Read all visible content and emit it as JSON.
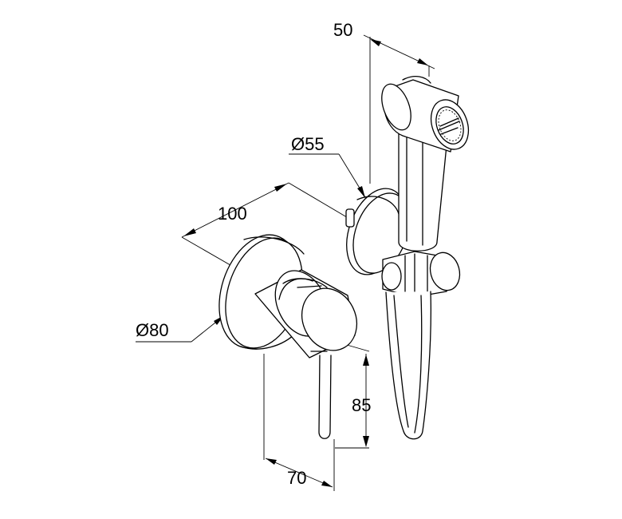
{
  "dimensions": {
    "width_top": "50",
    "hose_holder_diameter": "Ø55",
    "depth_valve": "100",
    "rosette_diameter": "Ø80",
    "handle_drop": "85",
    "valve_body_width": "70"
  }
}
